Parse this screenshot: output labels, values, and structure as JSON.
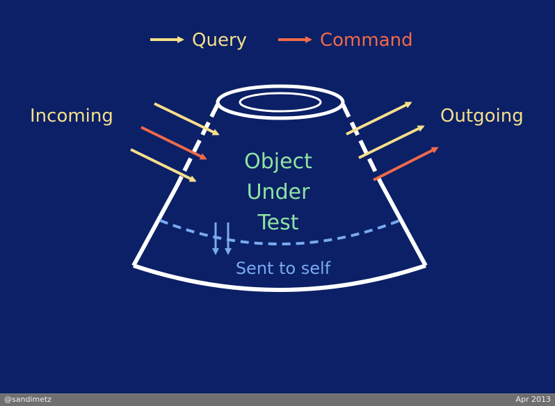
{
  "legend": {
    "query_label": "Query",
    "command_label": "Command"
  },
  "labels": {
    "incoming": "Incoming",
    "outgoing": "Outgoing",
    "object_line1": "Object",
    "object_line2": "Under",
    "object_line3": "Test",
    "sent_to_self": "Sent to self"
  },
  "footer": {
    "handle": "@sandimetz",
    "date": "Apr 2013"
  },
  "colors": {
    "background": "#0b2066",
    "query": "#f7df8a",
    "command": "#f06a4a",
    "object_text": "#8fe3a3",
    "self_text": "#7aaaf0",
    "outline": "#ffffff"
  }
}
